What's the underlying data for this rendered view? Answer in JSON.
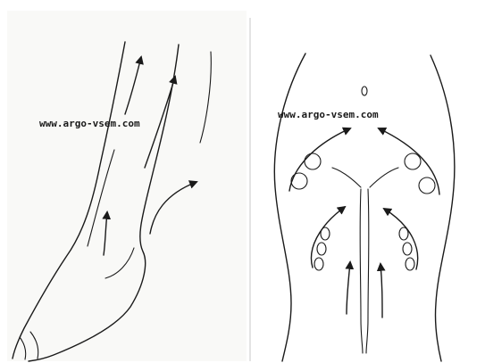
{
  "panels": [
    {
      "name": "leg-panel",
      "watermark": "www.argo-vsem.com",
      "arrow_direction": "upward"
    },
    {
      "name": "torso-panel",
      "watermark": "www.argo-vsem.com",
      "arrow_direction": "upward"
    }
  ],
  "colors": {
    "ink": "#1a1a1a",
    "paper_left": "#f9f9f7",
    "paper_right": "#ffffff",
    "divider": "#e4e4e4"
  }
}
